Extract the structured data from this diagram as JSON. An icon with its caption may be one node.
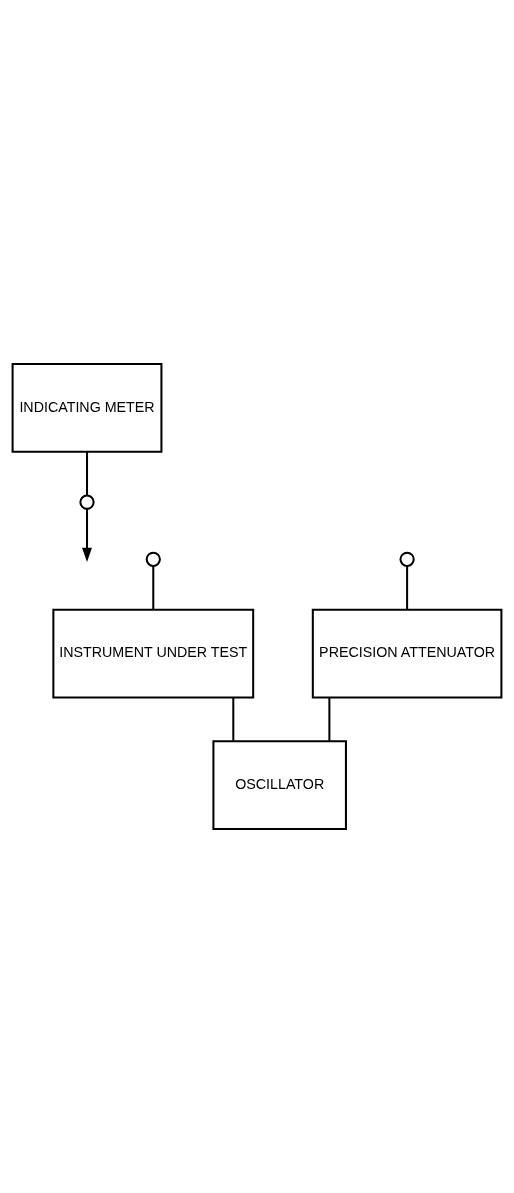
{
  "diagram": {
    "nodes": [
      {
        "text": [
          "INDICATING METER"
        ]
      },
      {
        "text": [],
        "shape": "circle"
      },
      {
        "text": [],
        "shape": "circle"
      },
      {
        "text": [],
        "shape": "circle"
      },
      {
        "text": [
          "INSTRUMENT UNDER TEST"
        ]
      },
      {
        "text": [
          "PRECISION ATTENUATOR"
        ]
      },
      {
        "text": [
          "OSCILLATOR"
        ]
      }
    ],
    "edges": [
      {
        "from": 0,
        "to": 1,
        "arrow": "none"
      },
      {
        "from": 1,
        "to": null,
        "arrow": "to"
      },
      {
        "from": 2,
        "to": 4,
        "arrow": "none"
      },
      {
        "from": 3,
        "to": 5,
        "arrow": "none"
      },
      {
        "from": 4,
        "to": 6,
        "arrow": "none"
      },
      {
        "from": 5,
        "to": 6,
        "arrow": "none"
      }
    ]
  }
}
